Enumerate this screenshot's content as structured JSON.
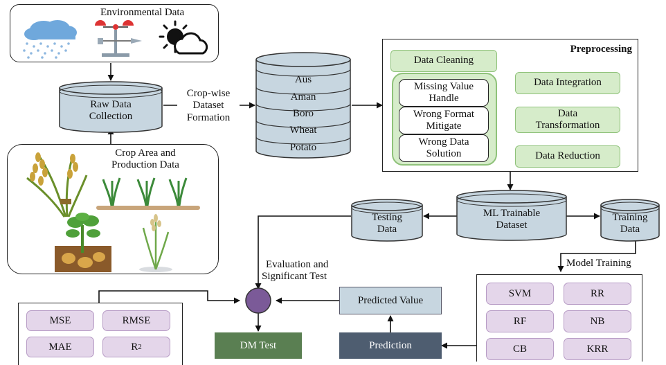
{
  "env": {
    "title": "Environmental Data",
    "icons": [
      "rain-cloud-icon",
      "anemometer-icon",
      "sun-cloud-icon"
    ]
  },
  "raw": {
    "line1": "Raw Data",
    "line2": "Collection"
  },
  "cropwise": {
    "line1": "Crop-wise",
    "line2": "Dataset",
    "line3": "Formation"
  },
  "crop_area": {
    "line1": "Crop Area and",
    "line2": "Production Data",
    "icons": [
      "rice-icon",
      "seedlings-icon",
      "potato-plant-icon",
      "wheat-sprout-icon"
    ]
  },
  "crops": [
    "Aus",
    "Aman",
    "Boro",
    "Wheat",
    "Potato"
  ],
  "preprocessing": {
    "title": "Preprocessing",
    "data_cleaning": "Data Cleaning",
    "sub": [
      {
        "line1": "Missing Value",
        "line2": "Handle"
      },
      {
        "line1": "Wrong Format",
        "line2": "Mitigate"
      },
      {
        "line1": "Wrong Data",
        "line2": "Solution"
      }
    ],
    "integration": "Data Integration",
    "transformation_1": "Data",
    "transformation_2": "Transformation",
    "reduction": "Data Reduction"
  },
  "ml": {
    "line1": "ML Trainable",
    "line2": "Dataset"
  },
  "testing": {
    "line1": "Testing",
    "line2": "Data"
  },
  "training": {
    "line1": "Training",
    "line2": "Data"
  },
  "model_training": "Model Training",
  "models": [
    "SVM",
    "RR",
    "RF",
    "NB",
    "CB",
    "KRR"
  ],
  "evaluation": {
    "line1": "Evaluation and",
    "line2": "Significant Test"
  },
  "metrics": [
    "MSE",
    "RMSE",
    "MAE",
    "R"
  ],
  "metric_sup": "2",
  "predicted_value": "Predicted Value",
  "prediction": "Prediction",
  "dm_test": "DM Test",
  "colors": {
    "cylinder": "#c7d6e0",
    "green_fill": "#d6ecca",
    "green_border": "#8fc27a",
    "purple_pill": "#e4d6ea",
    "eval_circle": "#7b5a98",
    "dm_test": "#5a7f52",
    "prediction": "#4e5d70"
  }
}
